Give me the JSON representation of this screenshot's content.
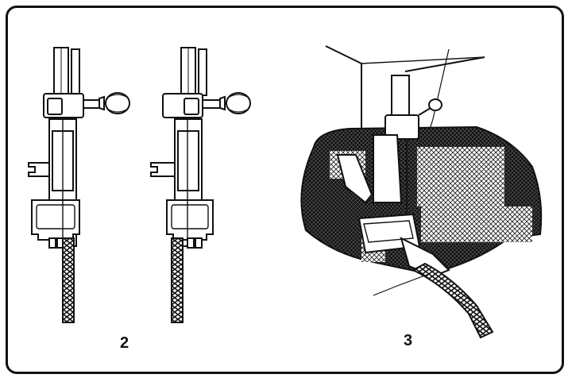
{
  "figure": {
    "panels": [
      {
        "label": "2",
        "subject": "zipper-foot-left-position"
      },
      {
        "label": "3",
        "subject": "sewing-piping-cord-under-foot"
      }
    ],
    "colors": {
      "line": "#111111",
      "background": "#ffffff",
      "fabric_dark": "#1a1a1a"
    }
  }
}
